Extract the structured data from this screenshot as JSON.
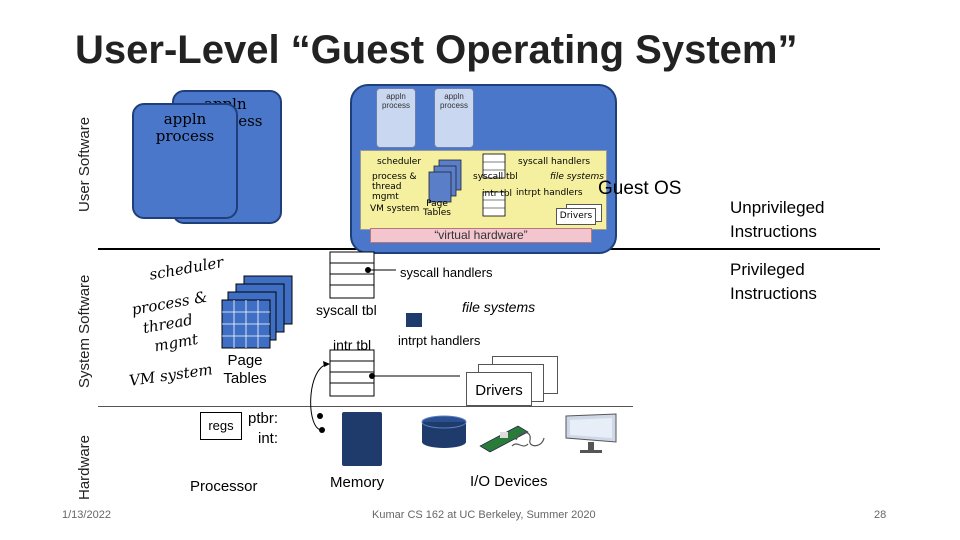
{
  "slide": {
    "title": "User-Level “Guest Operating System”",
    "date": "1/13/2022",
    "course": "Kumar CS 162 at UC Berkeley, Summer 2020",
    "page": "28"
  },
  "layers": {
    "user": "User Software",
    "system": "System Software",
    "hardware": "Hardware"
  },
  "guest_procs": {
    "back": "appln process",
    "front": "appln process"
  },
  "guest_os": {
    "label": "Guest OS",
    "mini_proc_1": "appln process",
    "mini_proc_2": "appln process",
    "scheduler": "scheduler",
    "pthread": "process & thread mgmt",
    "vm": "VM system",
    "page_tables": "Page Tables",
    "syscall_handlers": "syscall handlers",
    "file_systems": "file systems",
    "syscall_tbl": "syscall tbl",
    "intr_tbl": "intr tbl",
    "intrpt_handlers": "intrpt handlers",
    "drivers": "Drivers",
    "virtual_hw": "“virtual hardware”"
  },
  "privilege": {
    "unprivileged_1": "Unprivileged",
    "unprivileged_2": "Instructions",
    "privileged_1": "Privileged",
    "privileged_2": "Instructions"
  },
  "kernel": {
    "scheduler": "scheduler",
    "pthread_1": "process &",
    "pthread_2": "thread",
    "pthread_3": "mgmt",
    "vm": "VM system",
    "page_tables_1": "Page",
    "page_tables_2": "Tables",
    "syscall_handlers": "syscall handlers",
    "file_systems": "file systems",
    "syscall_tbl": "syscall tbl",
    "intr_tbl": "intr tbl",
    "intrpt_handlers": "intrpt handlers",
    "drivers": "Drivers"
  },
  "hardware": {
    "regs": "regs",
    "ptbr": "ptbr:",
    "int": "int:",
    "processor": "Processor",
    "memory": "Memory",
    "io": "I/O Devices"
  }
}
